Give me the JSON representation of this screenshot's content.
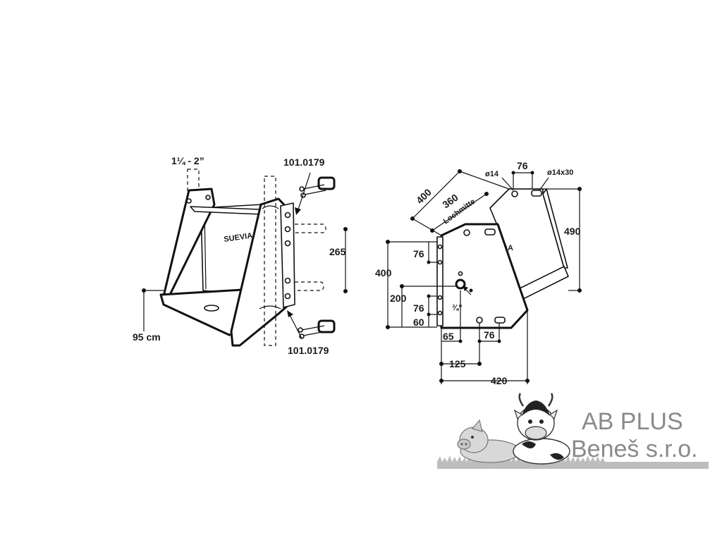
{
  "left_view": {
    "pipe_label": "1¼ - 2”",
    "part_top": "101.0179",
    "part_bottom": "101.0179",
    "brand_on_unit": "SUEVIA",
    "dim_height": "265",
    "dim_floor": "95 cm"
  },
  "right_view": {
    "dim_400_diag": "400",
    "dim_360": "360",
    "lochmitte": "Lochmitte",
    "hole_d14": "ø14",
    "dim_76_top": "76",
    "slot": "ø14x30",
    "dim_490": "490",
    "dim_400_left": "400",
    "dim_76_a": "76",
    "dim_200": "200",
    "dim_76_b": "76",
    "dim_60": "60",
    "dim_65": "65",
    "dim_76_bottom": "76",
    "dim_125": "125",
    "dim_420": "420",
    "thread": "¾”",
    "side_letter": "A"
  },
  "logo": {
    "line1": "AB PLUS",
    "line2": "Beneš s.r.o."
  },
  "colors": {
    "line": "#111111",
    "logo_text": "#8a8a8a"
  }
}
